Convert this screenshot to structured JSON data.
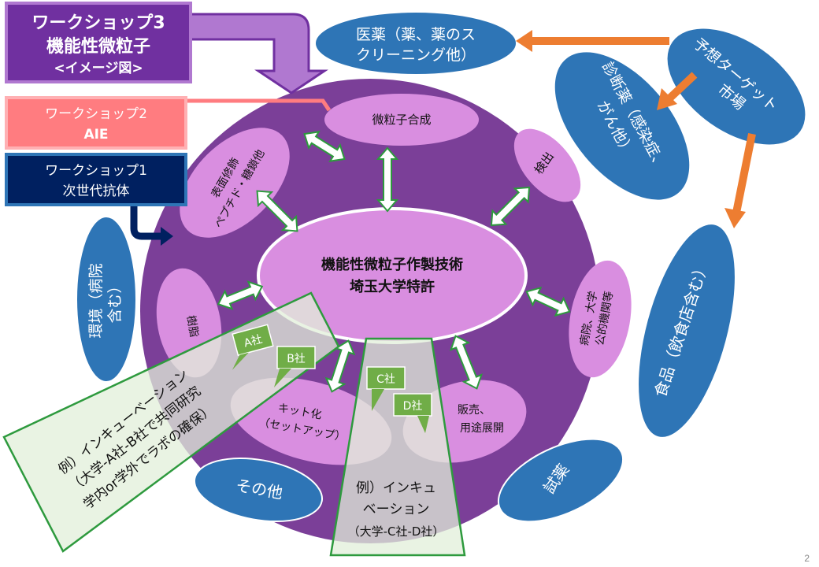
{
  "workshops": {
    "ws3": {
      "line1": "ワークショップ3",
      "line2": "機能性微粒子",
      "line3": "<イメージ図>"
    },
    "ws2": {
      "line1": "ワークショップ2",
      "line2": "AIE"
    },
    "ws1": {
      "line1": "ワークショップ1",
      "line2": "次世代抗体"
    }
  },
  "center": {
    "line1": "機能性微粒子作製技術",
    "line2": "埼玉大学特許"
  },
  "inner": {
    "synthesis": "微粒子合成",
    "detection": "検出",
    "surface": {
      "line1": "表面修飾",
      "line2": "ペプチド・糖鎖他"
    },
    "hospital": {
      "line1": "病院、大学",
      "line2": "公的機関等"
    },
    "resin": "樹脂",
    "kit": {
      "line1": "キット化",
      "line2": "（セットアップ）"
    },
    "sales": {
      "line1": "販売、",
      "line2": "用途展開"
    }
  },
  "outer": {
    "medicine": {
      "line1": "医薬（薬、薬のス",
      "line2": "クリーニング他）"
    },
    "target": {
      "line1": "予想ターゲット",
      "line2": "市場"
    },
    "diagnostic": {
      "line1": "診断薬（感染症、",
      "line2": "がん他）"
    },
    "food": "食品（飲食店含む）",
    "reagent": "試薬",
    "other": "その他",
    "environment": {
      "line1": "環境（病院",
      "line2": "含む）"
    }
  },
  "companies": {
    "a": "A社",
    "b": "B社",
    "c": "C社",
    "d": "D社"
  },
  "examples": {
    "left": {
      "line1": "例）インキューベーション",
      "line2": "（大学-A社-B社で共同研究",
      "line3": "学内or学外でラボの確保）"
    },
    "bottom": {
      "line1": "例）インキュ",
      "line2": "ベーション",
      "line3": "（大学-C社-D社）"
    }
  },
  "page_number": "2",
  "colors": {
    "outer_ring": "#7b3f98",
    "inner_light": "#d98ee0",
    "outer_blue": "#2e75b6",
    "arrow_orange": "#ed7d31",
    "ws3_fill": "#7030a0",
    "ws2_fill": "#ff7c80",
    "ws1_fill": "#002060",
    "company_green": "#70ad47",
    "example_fill": "#e2efda",
    "example_border": "#2e9a3e"
  }
}
